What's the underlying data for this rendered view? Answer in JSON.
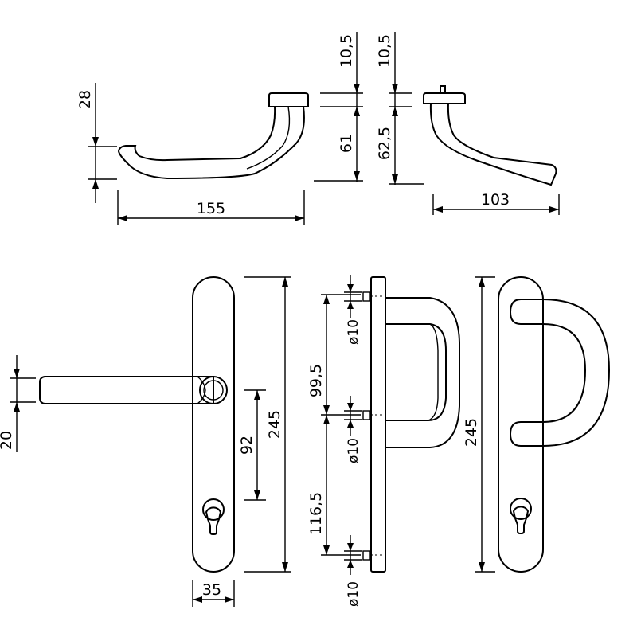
{
  "dimensions": {
    "lever_rise": "28",
    "lever_length": "155",
    "rose_thickness_side": "10,5",
    "lever_height_side": "61",
    "rose_thickness_lever2": "10,5",
    "lever_height_lever2": "62,5",
    "lever2_length": "103",
    "lever_offset_front": "20",
    "backplate_width": "35",
    "backplate_height_front": "245",
    "center_distance": "92",
    "fixing_upper": "99,5",
    "fixing_lower": "116,5",
    "hole_dia_top": "ø10",
    "hole_dia_mid": "ø10",
    "hole_dia_bottom": "ø10",
    "backplate_height_pull": "245"
  },
  "colors": {
    "stroke": "#000000",
    "background": "#ffffff"
  }
}
